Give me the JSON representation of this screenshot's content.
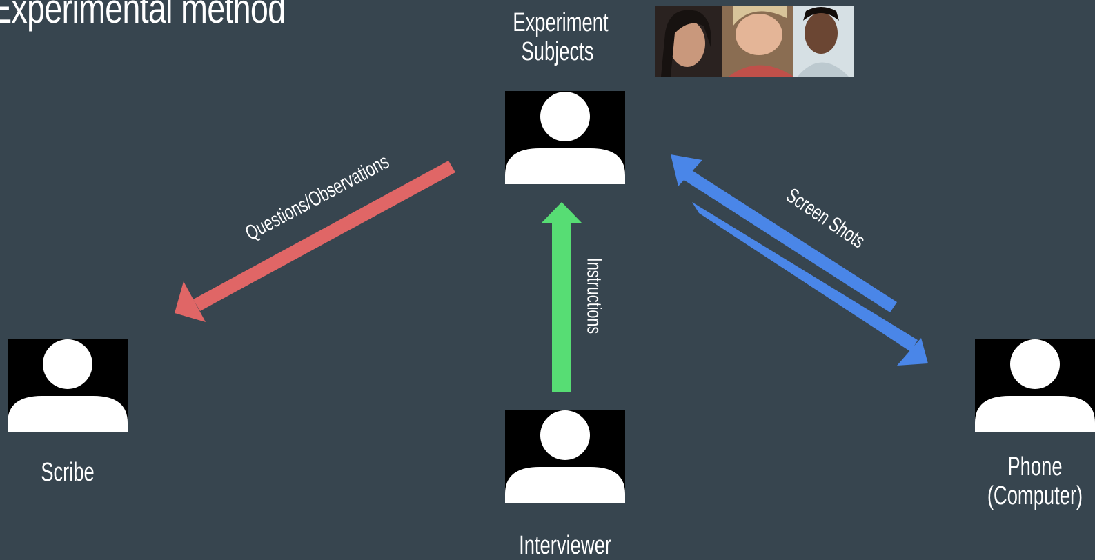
{
  "slide": {
    "title": "Experimental method"
  },
  "nodes": {
    "subjects_label": "Experiment Subjects",
    "subjects_line1": "Experiment",
    "subjects_line2": "Subjects",
    "scribe_label": "Scribe",
    "interviewer_label": "Interviewer",
    "phone_line1": "Phone",
    "phone_line2": "(Computer)"
  },
  "arrows": {
    "questions_label": "Questions/Observations",
    "instructions_label": "Instructions",
    "screenshots_label": "Screen Shots"
  },
  "colors": {
    "background": "#37454f",
    "red_arrow": "#e06666",
    "green_arrow": "#57dd74",
    "blue_arrow": "#4a86e8"
  },
  "icons": {
    "person": "person-silhouette-icon",
    "photos": "subject-photos"
  }
}
